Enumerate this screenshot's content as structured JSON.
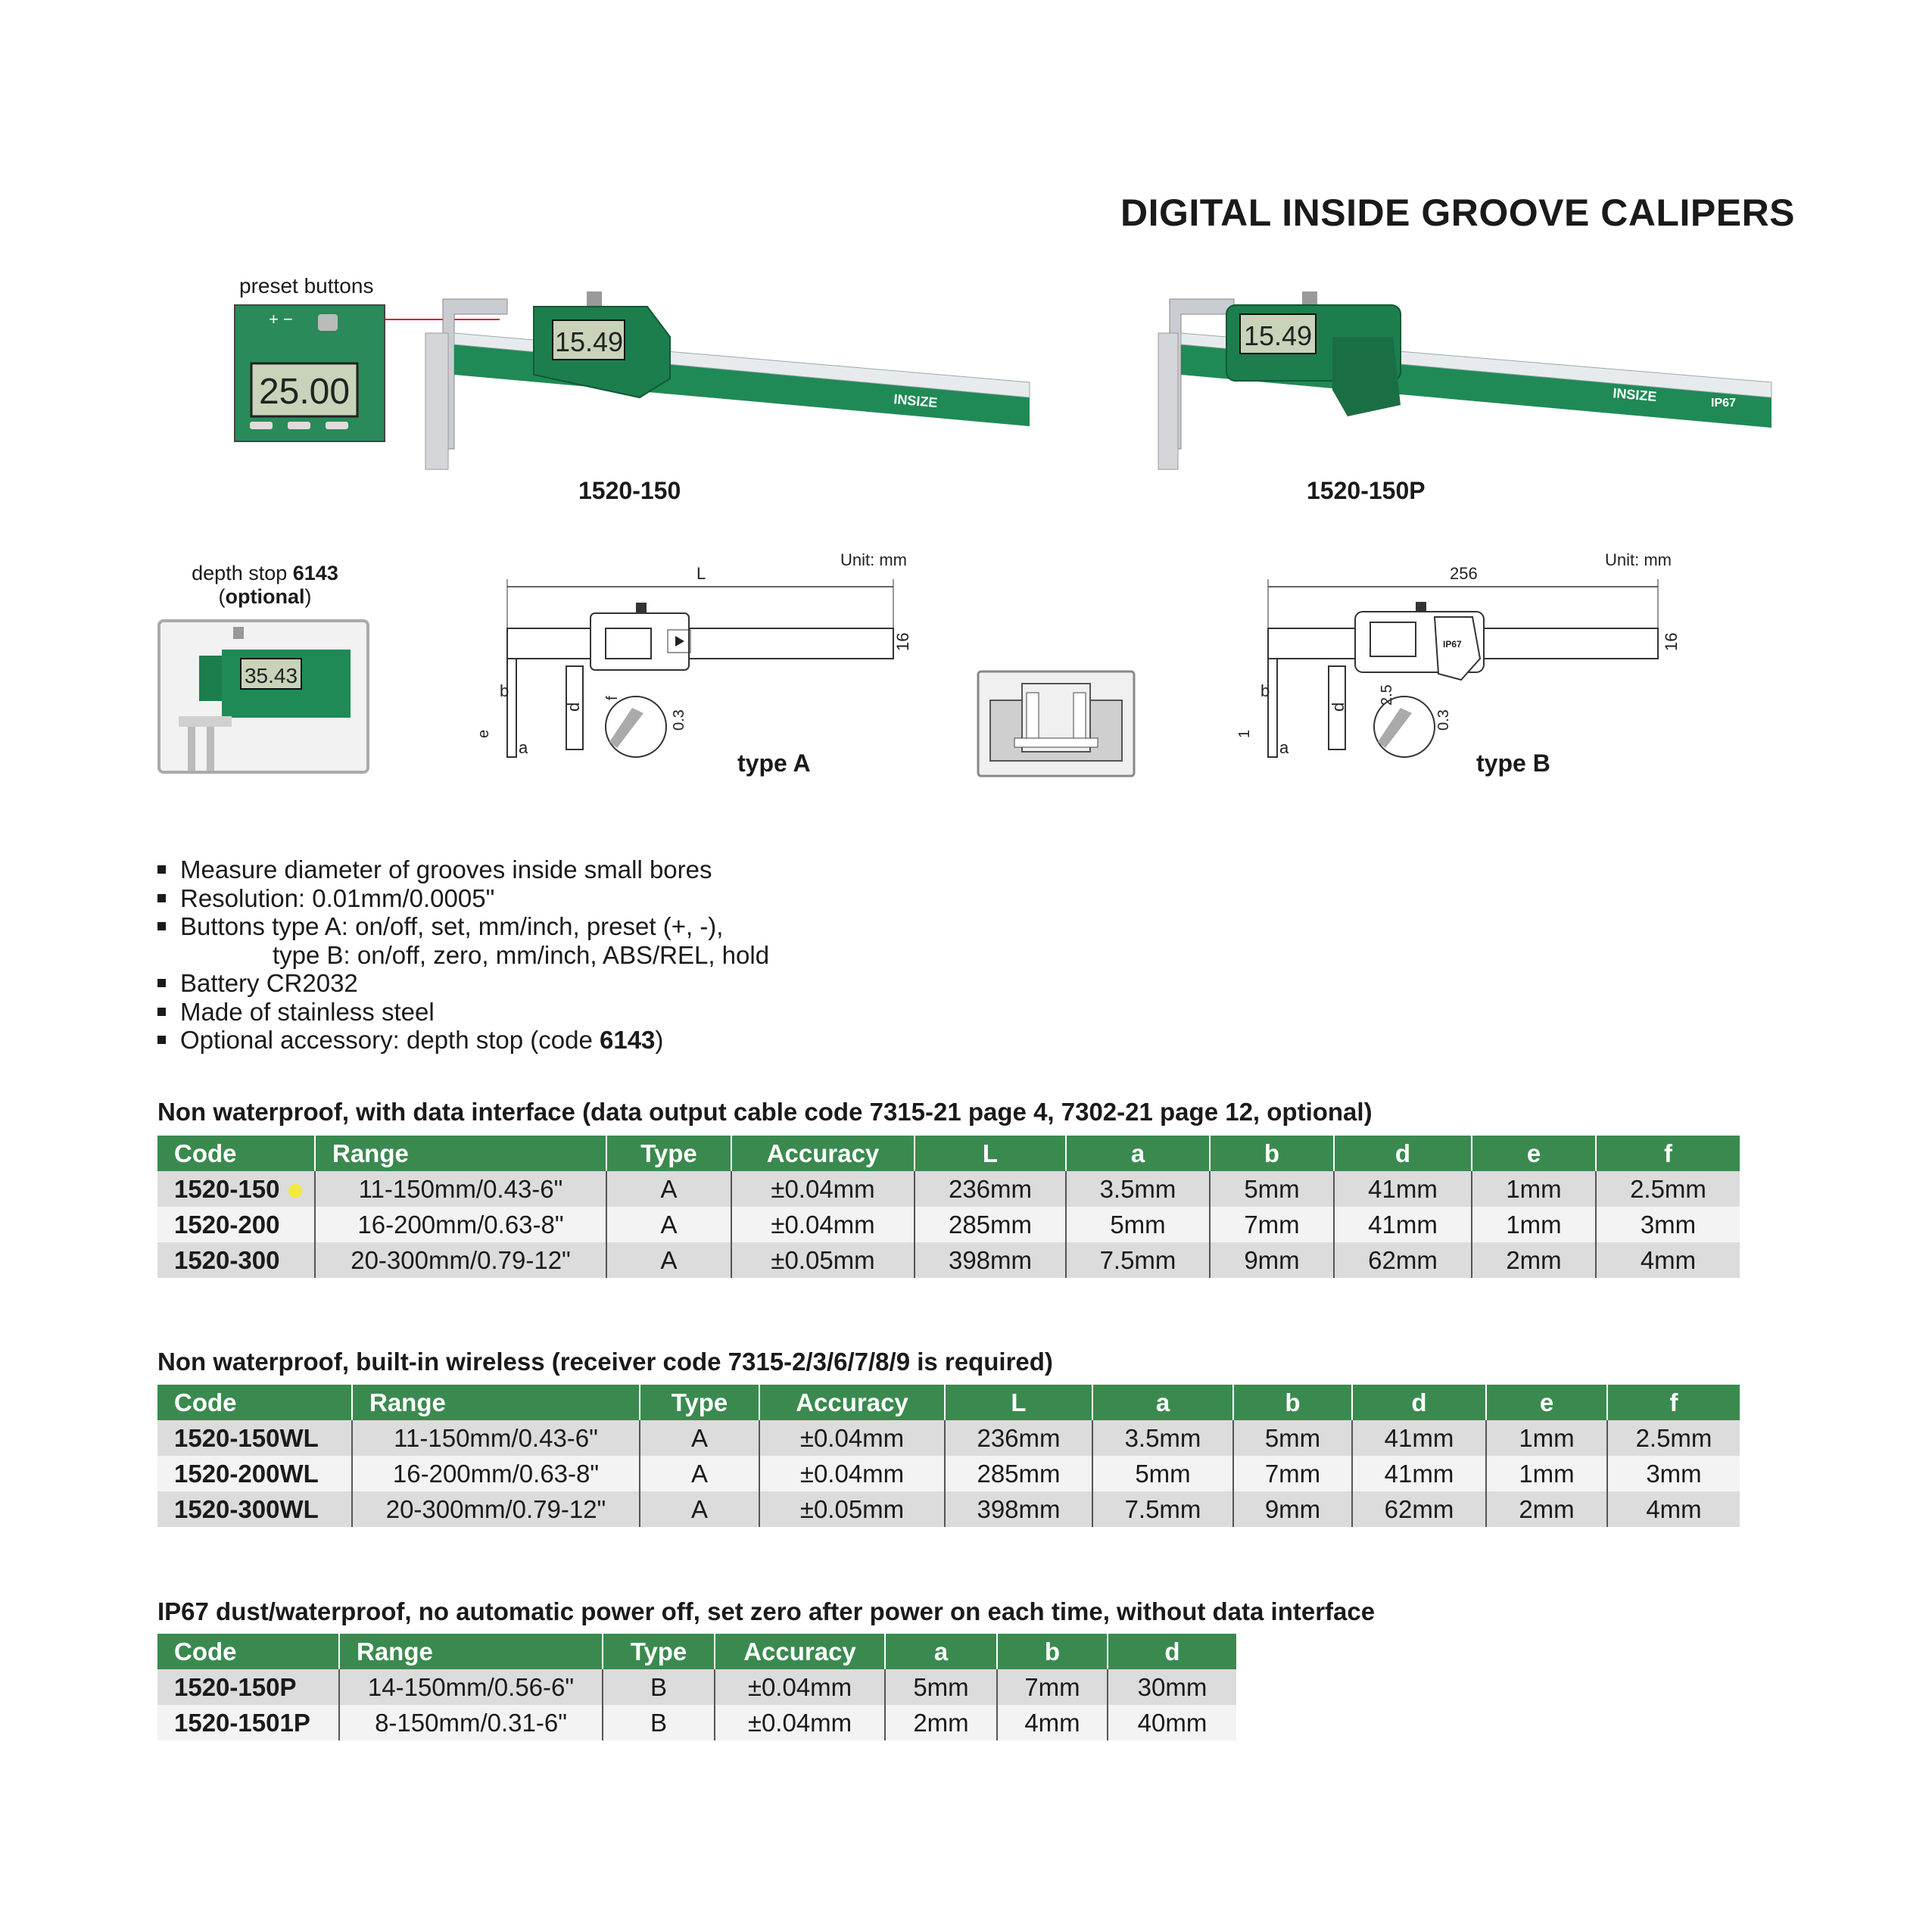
{
  "title": "DIGITAL INSIDE GROOVE CALIPERS",
  "photos": {
    "preset_label": "preset buttons",
    "preset_signs": "+  −",
    "inset_display": "25.00",
    "main_display": "15.49",
    "brand": "INSIZE",
    "ip_rating": "IP67",
    "left_caption": "1520-150",
    "right_caption": "1520-150P"
  },
  "diagrams": {
    "depth_stop_label": "depth stop",
    "depth_stop_code": "6143",
    "depth_stop_optional": "optional",
    "depth_stop_display": "35.43",
    "unit_label": "Unit: mm",
    "type_a": {
      "caption": "type A",
      "L": "L",
      "height": "16",
      "b": "b",
      "d": "d",
      "e": "e",
      "a": "a",
      "f": "f",
      "r": "0.3"
    },
    "type_b": {
      "caption": "type B",
      "length": "256",
      "height": "16",
      "b": "b",
      "d": "d",
      "e": "1",
      "a": "a",
      "f": "2.5",
      "r": "0.3",
      "badge": "IP67"
    }
  },
  "features": [
    "Measure diameter of grooves inside small bores",
    "Resolution: 0.01mm/0.0005\"",
    "Buttons type A: on/off, set, mm/inch, preset (+, -),",
    "type B: on/off, zero, mm/inch, ABS/REL, hold",
    "Battery CR2032",
    "Made of stainless steel",
    "Optional accessory: depth stop (code ",
    "6143",
    ")"
  ],
  "tables": [
    {
      "caption": "Non waterproof, with data interface (data output cable code 7315-21 page 4, 7302-21 page 12, optional)",
      "headers": [
        "Code",
        "Range",
        "Type",
        "Accuracy",
        "L",
        "a",
        "b",
        "d",
        "e",
        "f"
      ],
      "rows": [
        [
          "1520-150",
          "11-150mm/0.43-6\"",
          "A",
          "±0.04mm",
          "236mm",
          "3.5mm",
          "5mm",
          "41mm",
          "1mm",
          "2.5mm"
        ],
        [
          "1520-200",
          "16-200mm/0.63-8\"",
          "A",
          "±0.04mm",
          "285mm",
          "5mm",
          "7mm",
          "41mm",
          "1mm",
          "3mm"
        ],
        [
          "1520-300",
          "20-300mm/0.79-12\"",
          "A",
          "±0.05mm",
          "398mm",
          "7.5mm",
          "9mm",
          "62mm",
          "2mm",
          "4mm"
        ]
      ],
      "highlight_color": "#f2ea3c"
    },
    {
      "caption": "Non waterproof, built-in wireless (receiver code 7315-2/3/6/7/8/9 is required)",
      "headers": [
        "Code",
        "Range",
        "Type",
        "Accuracy",
        "L",
        "a",
        "b",
        "d",
        "e",
        "f"
      ],
      "rows": [
        [
          "1520-150WL",
          "11-150mm/0.43-6\"",
          "A",
          "±0.04mm",
          "236mm",
          "3.5mm",
          "5mm",
          "41mm",
          "1mm",
          "2.5mm"
        ],
        [
          "1520-200WL",
          "16-200mm/0.63-8\"",
          "A",
          "±0.04mm",
          "285mm",
          "5mm",
          "7mm",
          "41mm",
          "1mm",
          "3mm"
        ],
        [
          "1520-300WL",
          "20-300mm/0.79-12\"",
          "A",
          "±0.05mm",
          "398mm",
          "7.5mm",
          "9mm",
          "62mm",
          "2mm",
          "4mm"
        ]
      ]
    },
    {
      "caption": "IP67 dust/waterproof, no automatic power off, set zero after power on each time, without data interface",
      "headers": [
        "Code",
        "Range",
        "Type",
        "Accuracy",
        "a",
        "b",
        "d"
      ],
      "rows": [
        [
          "1520-150P",
          "14-150mm/0.56-6\"",
          "B",
          "±0.04mm",
          "5mm",
          "7mm",
          "30mm"
        ],
        [
          "1520-1501P",
          "8-150mm/0.31-6\"",
          "B",
          "±0.04mm",
          "2mm",
          "4mm",
          "40mm"
        ]
      ]
    }
  ],
  "colors": {
    "header_green": "#3a8a4f",
    "caliper_green": "#1f8a55",
    "lcd": "#c8d3b9"
  }
}
